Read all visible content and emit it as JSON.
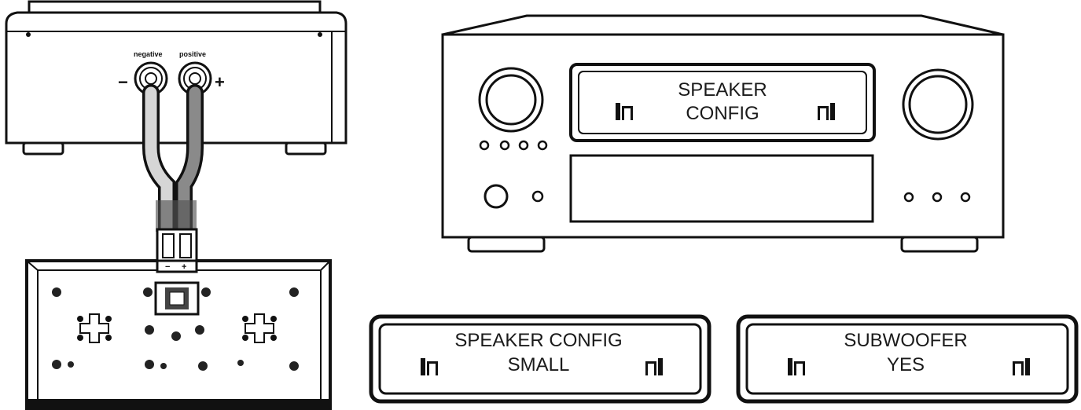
{
  "amplifier": {
    "label_negative": "negative",
    "label_positive": "positive",
    "sign_minus": "−",
    "sign_plus": "+"
  },
  "subwoofer": {
    "sign_minus": "−",
    "sign_plus": "+"
  },
  "receiver_display": {
    "line1": "SPEAKER",
    "line2": "CONFIG"
  },
  "display_speaker_config": {
    "line1": "SPEAKER CONFIG",
    "line2": "SMALL"
  },
  "display_subwoofer": {
    "line1": "SUBWOOFER",
    "line2": "YES"
  },
  "icons": [
    "arrow-left-icon",
    "arrow-right-icon"
  ]
}
